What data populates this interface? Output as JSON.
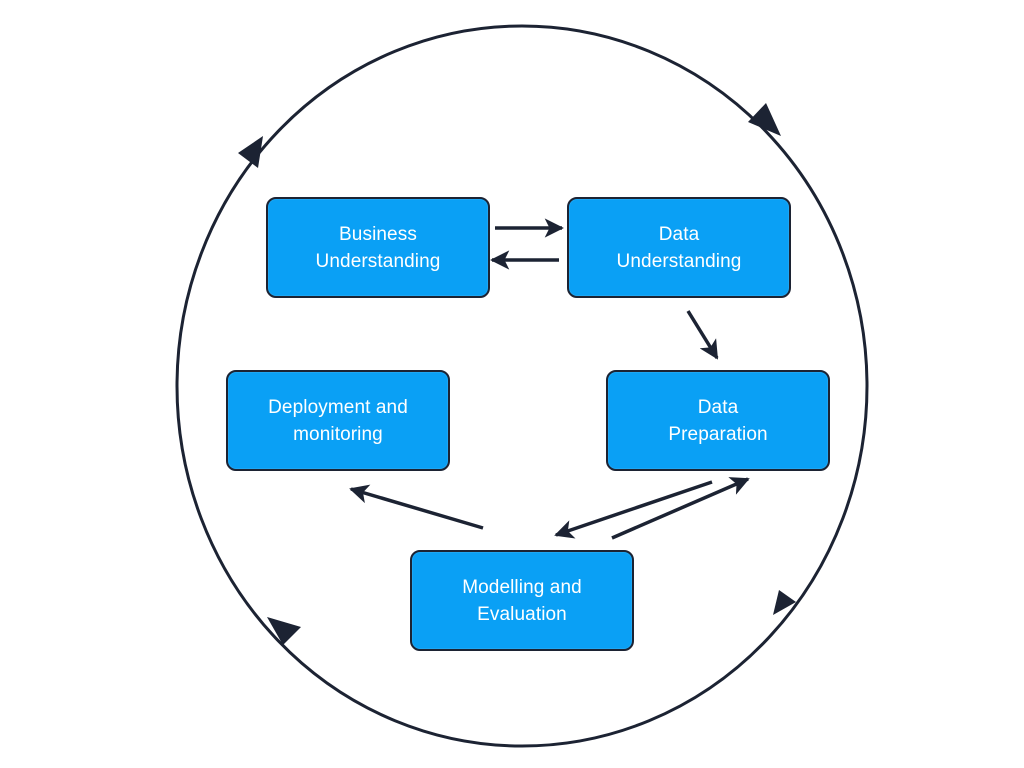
{
  "colors": {
    "node_fill": "#0aa0f5",
    "node_border": "#1c2333",
    "line": "#1c2333",
    "background": "#ffffff"
  },
  "nodes": {
    "business_understanding": "Business\nUnderstanding",
    "data_understanding": "Data\nUnderstanding",
    "data_preparation": "Data\nPreparation",
    "deployment_monitoring": "Deployment and\nmonitoring",
    "modelling_evaluation": "Modelling and\nEvaluation"
  },
  "edges": [
    {
      "from": "Business Understanding",
      "to": "Data Understanding"
    },
    {
      "from": "Data Understanding",
      "to": "Business Understanding"
    },
    {
      "from": "Data Understanding",
      "to": "Data Preparation"
    },
    {
      "from": "Data Preparation",
      "to": "Modelling and Evaluation"
    },
    {
      "from": "Modelling and Evaluation",
      "to": "Data Preparation"
    },
    {
      "from": "Modelling and Evaluation",
      "to": "Deployment and monitoring"
    }
  ],
  "outer_cycle": {
    "direction": "clockwise",
    "arrowheads": 4
  }
}
